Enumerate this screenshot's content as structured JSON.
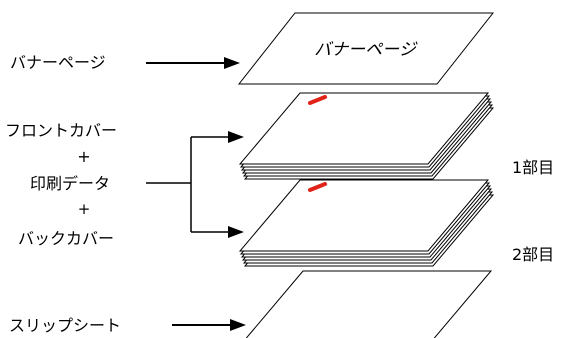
{
  "labels": {
    "banner_page": "バナーページ",
    "front_cover": "フロントカバー",
    "plus_1": "+",
    "print_data": "印刷データ",
    "plus_2": "+",
    "back_cover": "バックカバー",
    "slip_sheet": "スリップシート",
    "copy_1": "1部目",
    "copy_2": "2部目",
    "banner_sheet_text": "バナーページ"
  },
  "colors": {
    "line": "#000000",
    "marker": "#e2231a"
  }
}
